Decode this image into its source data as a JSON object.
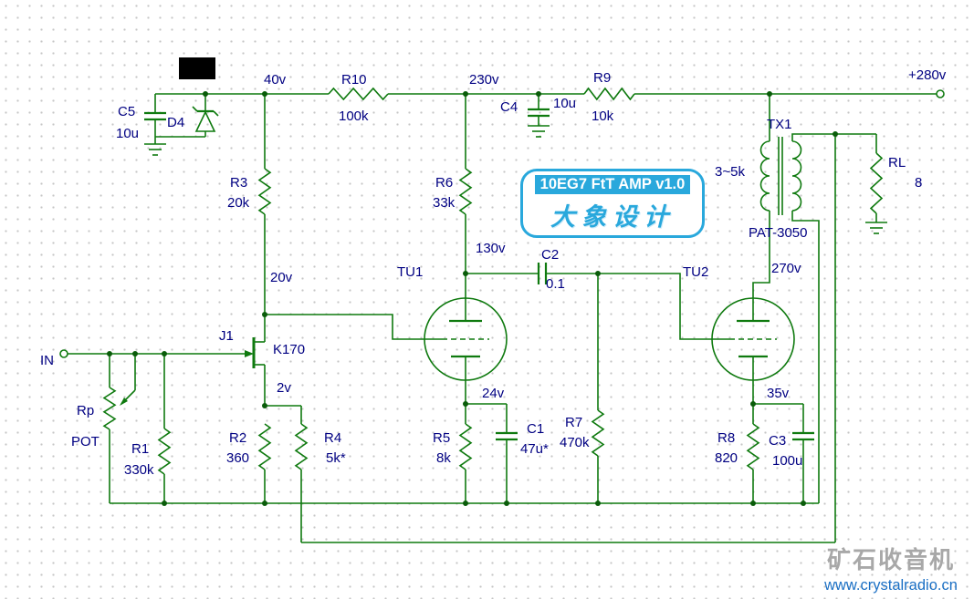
{
  "badge": {
    "title": "10EG7 FtT AMP v1.0",
    "subtitle": "大象设计"
  },
  "watermark": {
    "name": "矿石收音机",
    "url": "www.crystalradio.cn"
  },
  "terminals": {
    "input": "IN",
    "supply": "+280v"
  },
  "voltages": {
    "v40": "40v",
    "v230": "230v",
    "v130": "130v",
    "v270": "270v",
    "v20": "20v",
    "v2": "2v",
    "v24": "24v",
    "v35": "35v"
  },
  "components": {
    "c5": {
      "ref": "C5",
      "value": "10u"
    },
    "d4": {
      "ref": "D4"
    },
    "r10": {
      "ref": "R10",
      "value": "100k"
    },
    "c4": {
      "ref": "C4",
      "value": "10u"
    },
    "r9": {
      "ref": "R9",
      "value": "10k"
    },
    "tx1": {
      "ref": "TX1",
      "impedance": "3~5k",
      "model": "PAT-3050"
    },
    "rl": {
      "ref": "RL",
      "value": "8"
    },
    "r3": {
      "ref": "R3",
      "value": "20k"
    },
    "r6": {
      "ref": "R6",
      "value": "33k"
    },
    "c2": {
      "ref": "C2",
      "value": "0.1"
    },
    "tu1": {
      "ref": "TU1"
    },
    "tu2": {
      "ref": "TU2"
    },
    "j1": {
      "ref": "J1",
      "value": "K170"
    },
    "rp": {
      "ref": "Rp",
      "value": "POT"
    },
    "r1": {
      "ref": "R1",
      "value": "330k"
    },
    "r2": {
      "ref": "R2",
      "value": "360"
    },
    "r4": {
      "ref": "R4",
      "value": "5k*"
    },
    "r5": {
      "ref": "R5",
      "value": "8k"
    },
    "c1": {
      "ref": "C1",
      "value": "47u*"
    },
    "r7": {
      "ref": "R7",
      "value": "470k"
    },
    "r8": {
      "ref": "R8",
      "value": "820"
    },
    "c3": {
      "ref": "C3",
      "value": "100u"
    }
  },
  "colors": {
    "wire": "#0f7a0f",
    "label": "#000082",
    "badge_blue": "#29a8dc",
    "watermark_gray": "#a8a8a8",
    "watermark_blue": "#1a6fc4"
  }
}
